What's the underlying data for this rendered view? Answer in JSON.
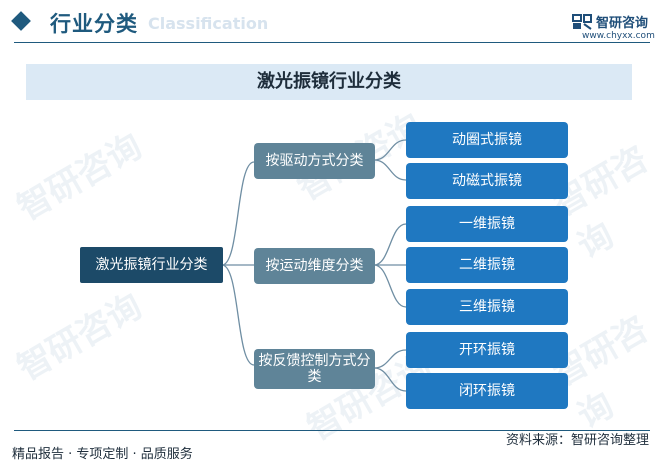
{
  "header": {
    "title": "行业分类",
    "watermark": "Classification",
    "logo_name": "智研咨询",
    "logo_url": "www.chyxx.com"
  },
  "banner": {
    "title": "激光振镜行业分类"
  },
  "tree": {
    "root": "激光振镜行业分类",
    "branches": [
      {
        "label": "按驱动方式分类",
        "leaves": [
          "动圈式振镜",
          "动磁式振镜"
        ]
      },
      {
        "label": "按运动维度分类",
        "leaves": [
          "一维振镜",
          "二维振镜",
          "三维振镜"
        ]
      },
      {
        "label": "按反馈控制方式分类",
        "leaves": [
          "开环振镜",
          "闭环振镜"
        ]
      }
    ]
  },
  "footer": {
    "left": "精品报告 · 专项定制 · 品质服务",
    "right": "资料来源：智研咨询整理"
  },
  "colors": {
    "brand": "#1f5a7e",
    "root_box": "#1c4a68",
    "mid_box": "#5f8498",
    "leaf_box": "#1f78c1",
    "banner_bg": "#dbe9f5"
  }
}
